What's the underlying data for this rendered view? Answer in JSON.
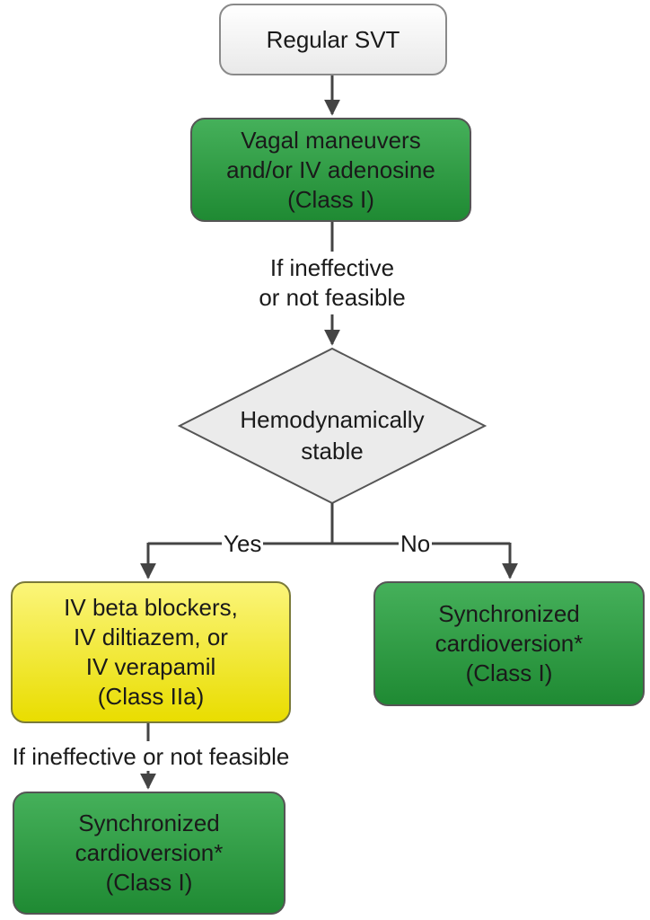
{
  "start": {
    "label": "Regular SVT"
  },
  "step1": {
    "lines": [
      "Vagal maneuvers",
      "and/or IV adenosine",
      "(Class I)"
    ]
  },
  "edge1": {
    "lines": [
      "If ineffective",
      "or not feasible"
    ]
  },
  "decision": {
    "lines": [
      "Hemodynamically",
      "stable"
    ]
  },
  "yes_label": "Yes",
  "no_label": "No",
  "yes_box": {
    "lines": [
      "IV beta blockers,",
      "IV diltiazem, or",
      "IV verapamil",
      "(Class IIa)"
    ]
  },
  "no_box": {
    "lines": [
      "Synchronized",
      "cardioversion*",
      "(Class I)"
    ]
  },
  "edge2": {
    "label": "If ineffective or not feasible"
  },
  "final_box": {
    "lines": [
      "Synchronized",
      "cardioversion*",
      "(Class I)"
    ]
  },
  "colors": {
    "green": "#2e9b45",
    "yellow": "#f2e934",
    "start": "#f2f2f2",
    "line": "#444444"
  }
}
